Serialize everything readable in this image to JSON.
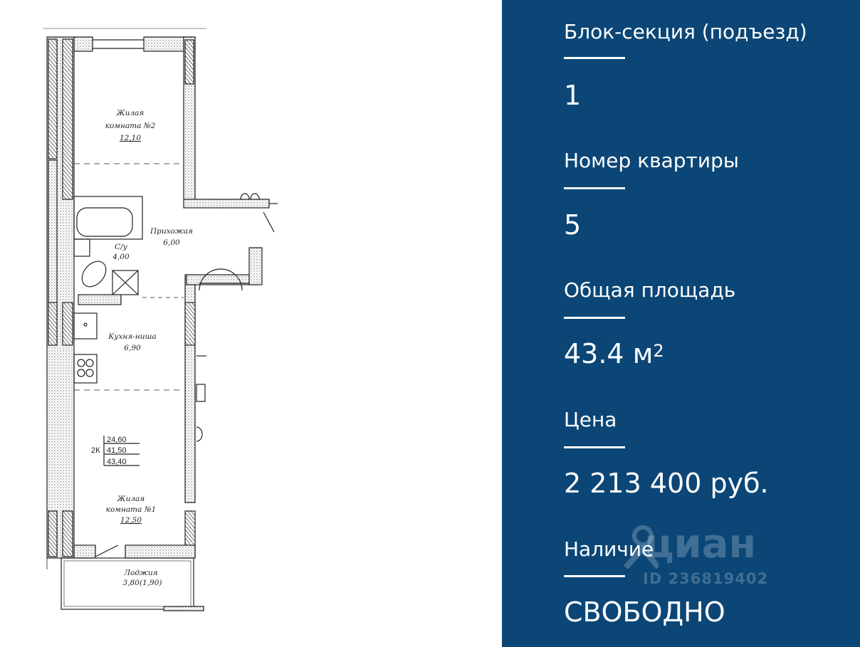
{
  "plan": {
    "rooms": [
      {
        "name": "Жилая",
        "name2": "комната №2",
        "area": "12,10"
      },
      {
        "name": "Прихожая",
        "area": "6,00"
      },
      {
        "name": "С/у",
        "area": "4,00"
      },
      {
        "name": "Кухня-ниша",
        "area": "6,90"
      },
      {
        "name": "Жилая",
        "name2": "комната №1",
        "area": "12,50"
      },
      {
        "name": "Лоджия",
        "area": "3,80(1,90)"
      }
    ],
    "legend": {
      "type": "2К",
      "living": "24,60",
      "useful": "41,50",
      "total": "43,40"
    }
  },
  "info": [
    {
      "label": "Блок-секция (подъезд)",
      "value": "1"
    },
    {
      "label": "Номер квартиры",
      "value": "5"
    },
    {
      "label": "Общая площадь",
      "value": "43.4 м",
      "sup": "2"
    },
    {
      "label": "Цена",
      "value": "2 213 400 руб."
    },
    {
      "label": "Наличие",
      "value": "СВОБОДНО"
    }
  ],
  "watermark": {
    "brand": "циан",
    "id": "ID 236819402",
    "icon": "map-pin-icon"
  },
  "colors": {
    "panel": "#0b4676",
    "text": "#ffffff",
    "plan_line": "#222222"
  }
}
